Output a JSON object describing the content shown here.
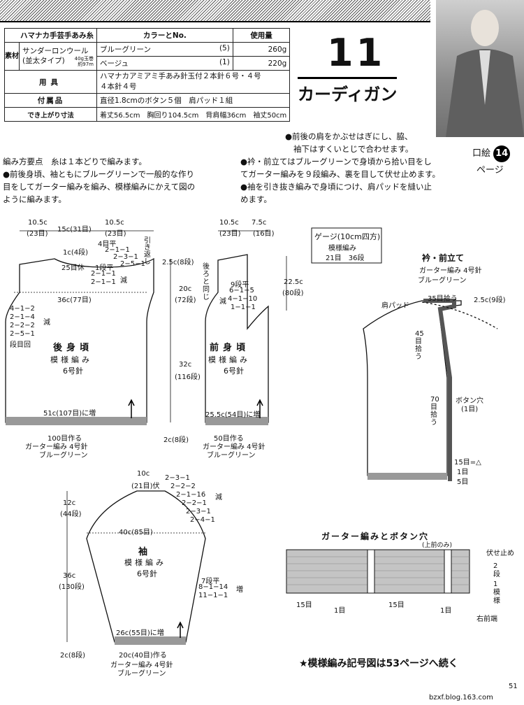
{
  "header": {
    "title_hatch": ""
  },
  "spec": {
    "yarn_brand": "ハマナカ手芸手あみ糸",
    "color_no_header": "カラーとNo.",
    "usage_header": "使用量",
    "material_label": "素材",
    "yarn_name": "サンダーロンウール",
    "yarn_type": "(並太タイプ)",
    "yarn_weight": "40g玉巻",
    "yarn_length": "約97m",
    "colors": [
      {
        "name": "ブルーグリーン",
        "no": "(5)",
        "amount": "260g"
      },
      {
        "name": "ベージュ",
        "no": "(1)",
        "amount": "220g"
      }
    ],
    "tools_label": "用具",
    "tools_line1": "ハマナカアミアミ手あみ針玉付２本針６号・４号",
    "tools_line2": "４本針４号",
    "notions_label": "付属品",
    "notions": "直径1.8cmのボタン５個　肩パッド１組",
    "size_label": "でき上がり寸法",
    "size": "着丈56.5cm　胸回り104.5cm　背肩幅36cm　袖丈50cm"
  },
  "pattern": {
    "number": "11",
    "name": "カーディガン"
  },
  "page_ref": {
    "prefix": "口絵",
    "number": "14",
    "suffix": "ページ"
  },
  "notes": {
    "right_top": [
      "●前後の肩をかぶせはぎにし、脇、",
      "袖下はすくいとじで合わせます。"
    ],
    "left": [
      "編み方要点　糸は１本どりで編みます。",
      "●前後身頃、袖ともにブルーグリーンで一般的な作り",
      "目をしてガーター編みを編み、模様編みにかえて図の",
      "ように編みます。"
    ],
    "right": [
      "●衿・前立てはブルーグリーンで身頃から拾い目をし",
      "てガーター編みを９段編み、裏を目して伏せ止めます。",
      "●袖を引き抜き編みで身頃につけ、肩パッドを縫い止",
      "めます。"
    ]
  },
  "gauge": {
    "title": "ゲージ(10cm四方)",
    "pattern": "模様編み",
    "values": "21目　36段"
  },
  "back": {
    "title": "後身頃",
    "pattern": "模様編み",
    "needle": "6号針",
    "top_left": "10.5c",
    "top_left_st": "(23目)",
    "top_mid": "15c(31目)",
    "top_right": "10.5c",
    "top_right_st": "(23目)",
    "shoulder": "4目平",
    "shoulder_rows": "2−1−1",
    "shoulder_rows2": "2−3−1",
    "shoulder_rows3": "2−5−1",
    "turn": "引き返し",
    "neck": "1c(4段)",
    "neck_bind": "25目休",
    "neck_dec": "1段平",
    "neck_dec2": "2−1−1",
    "neck_dec3": "2−1−1",
    "neck_dec_mark": "減",
    "width": "36c(77目)",
    "armhole": [
      "4−1−2",
      "2−1−4",
      "2−2−2",
      "2−5−1",
      "段目回"
    ],
    "armhole_mark": "減",
    "bottom_inc": "51c(107目)に増",
    "cast_on": "100目作る",
    "border": "ガーター編み 4号針",
    "border_color": "ブルーグリーン"
  },
  "front": {
    "title": "前身頃",
    "pattern": "模様編み",
    "needle": "6号針",
    "top_left": "10.5c",
    "top_left_st": "(23目)",
    "top_right": "7.5c",
    "top_right_st": "(16目)",
    "shoulder_h": "2.5c(8段)",
    "armhole_h": "20c",
    "armhole_h_st": "(72段)",
    "body_h": "32c",
    "body_h_st": "(116段)",
    "hem_h": "2c(8段)",
    "neck_label": "後ろと同じ",
    "neck_dec": [
      "9段平",
      "6−1−5",
      "4−1−10",
      "1−1−1"
    ],
    "neck_dec_mark": "減",
    "neck_depth": "22.5c",
    "neck_depth_st": "(80段)",
    "bottom_inc": "25.5c(54目)に増",
    "cast_on": "50目作る",
    "border": "ガーター編み 4号針",
    "border_color": "ブルーグリーン"
  },
  "sleeve": {
    "title": "袖",
    "pattern": "模様編み",
    "needle": "6号針",
    "top": "10c",
    "top_st": "(21目)伏",
    "cap_h": "12c",
    "cap_h_st": "(44段)",
    "cap_dec": [
      "2−3−1",
      "2−2−2",
      "2−1−16",
      "2−2−1",
      "2−3−1",
      "2−4−1"
    ],
    "cap_dec_mark": "減",
    "width": "40c(85目)",
    "len": "36c",
    "len_st": "(130段)",
    "hem_h": "2c(8段)",
    "inc": [
      "7段平",
      "8−1−14",
      "11−1−1"
    ],
    "inc_mark": "増",
    "bottom_inc": "26c(55目)に増",
    "cast_on": "20c(40目)作る",
    "border": "ガーター編み 4号針",
    "border_color": "ブルーグリーン"
  },
  "collar": {
    "title": "衿・前立て",
    "pattern": "ガーター編み 4号針",
    "color": "ブルーグリーン",
    "pad": "肩パッド",
    "back_pick": "35目拾う",
    "shoulder_h": "2.5c(9段)",
    "neck_pick": "45目拾う",
    "front_pick": "70目拾う",
    "button": "ボタン穴",
    "button_st": "(1目)",
    "bottom": [
      "15目=△",
      "1目",
      "5目"
    ]
  },
  "chart": {
    "title": "ガーター編みとボタン穴",
    "subtitle": "(上前のみ)",
    "bind_off": "伏せ止め",
    "rows_label": "2段",
    "unit_label": "1模様",
    "bottom_labels": [
      "15目",
      "1目",
      "15目",
      "1目"
    ],
    "front_edge": "右前端"
  },
  "footer": {
    "continued": "★模様編み記号図は53ページへ続く",
    "page": "51",
    "site": "bzxf.blog.163.com"
  }
}
